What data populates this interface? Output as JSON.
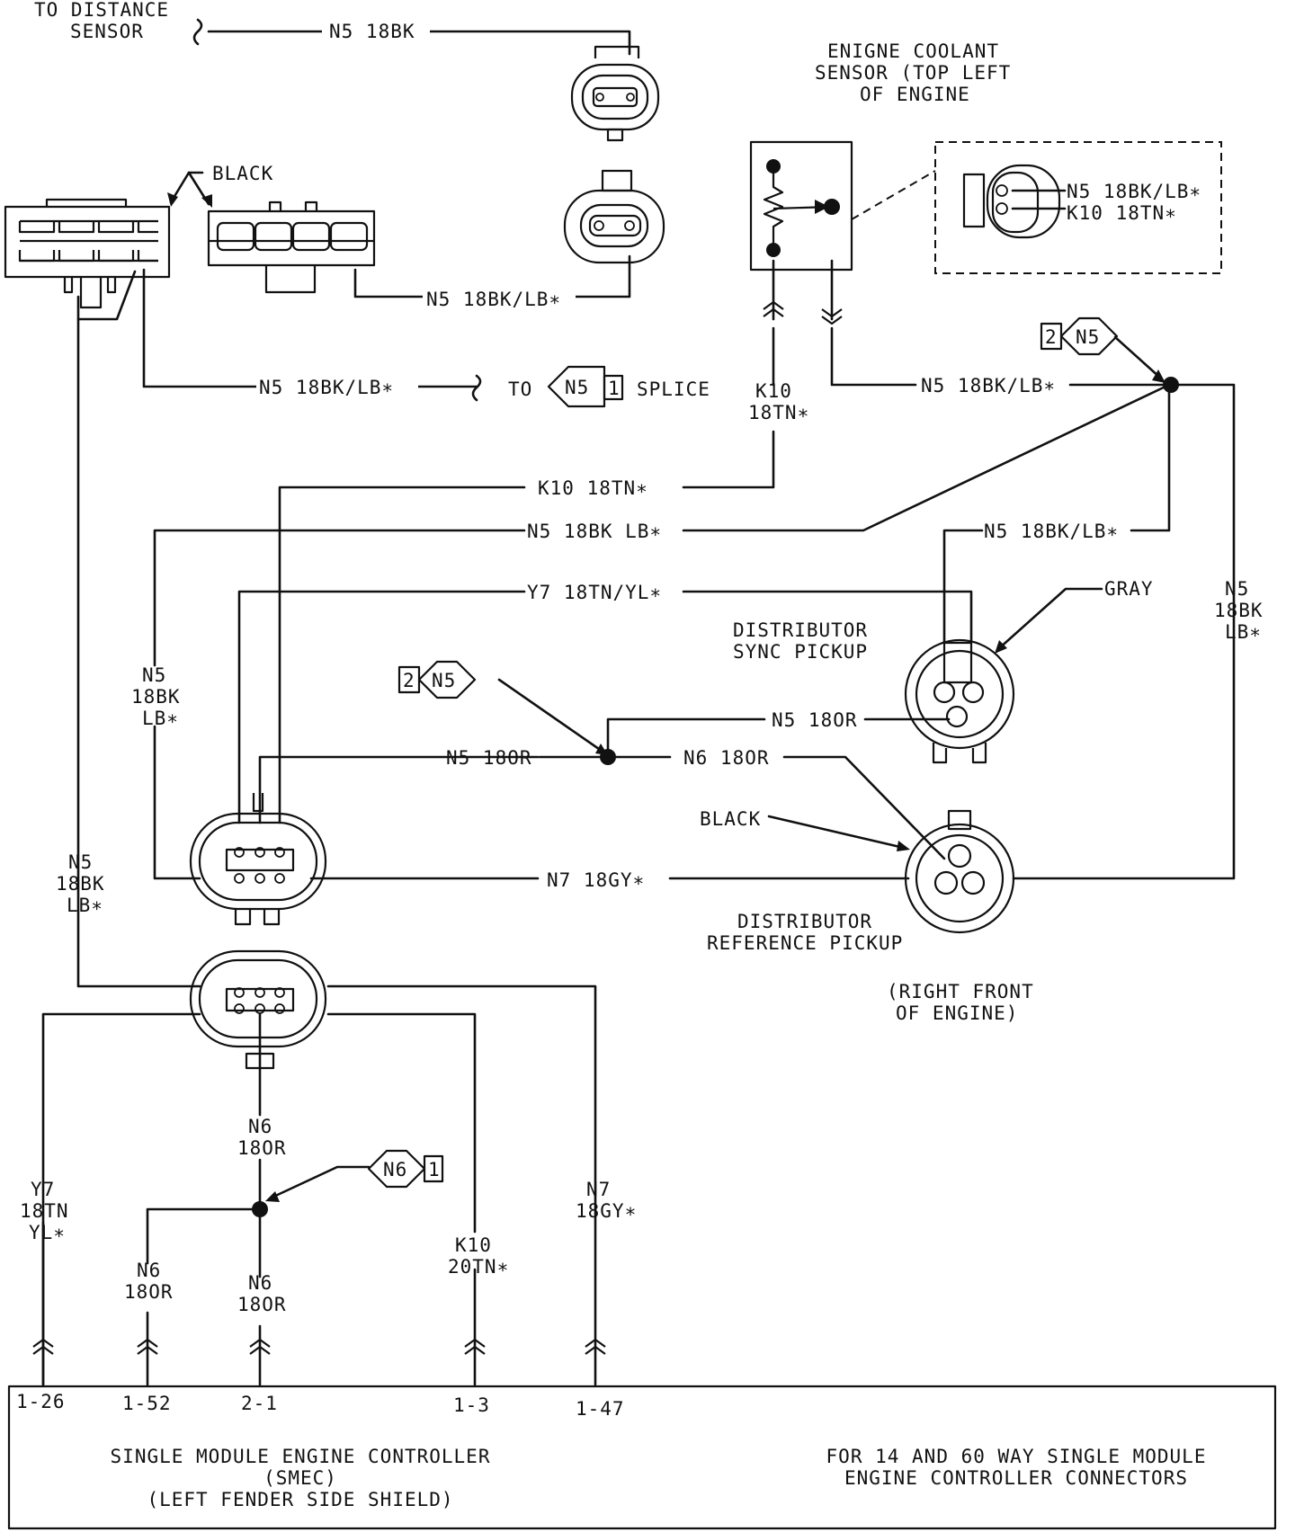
{
  "labels": {
    "to_distance_sensor_1": "TO DISTANCE",
    "to_distance_sensor_2": "SENSOR",
    "n5_18bk_top": "N5 18BK",
    "black_top": "BLACK",
    "n5_18bklb_connector": "N5 18BK/LB∗",
    "n5_18bklb_splice": "N5 18BK/LB∗",
    "to": "TO",
    "splice": "SPLICE",
    "splice_ref_n5": "N5",
    "splice_ref_1": "1",
    "ects_title_1": "ENIGNE COOLANT",
    "ects_title_2": "SENSOR (TOP LEFT",
    "ects_title_3": "OF ENGINE",
    "ects_pin_n5": "N5 18BK/LB∗",
    "ects_pin_k10": "K10 18TN∗",
    "k10_vert_1": "K10",
    "k10_vert_2": "18TN∗",
    "n5_to_splice_right": "N5 18BK/LB∗",
    "splice2_num": "2",
    "splice2_name": "N5",
    "k10_18tn_horiz": "K10 18TN∗",
    "n5_18bk_lb_horiz": "N5 18BK LB∗",
    "n5_18bklb_sync": "N5 18BK/LB∗",
    "y7_18tnyl_horiz": "Y7 18TN/YL∗",
    "gray": "GRAY",
    "dist_sync_1": "DISTRIBUTOR",
    "dist_sync_2": "SYNC PICKUP",
    "n5_right_1": "N5",
    "n5_right_2": "18BK",
    "n5_right_3": "LB∗",
    "n5_left_1": "N5",
    "n5_left_2": "18BK",
    "n5_left_3": "LB∗",
    "splice3_num": "2",
    "splice3_name": "N5",
    "n5_18or_right": "N5 18OR",
    "n5_18or_left": "N5 18OR",
    "n6_18or_horiz": "N6 18OR",
    "black_mid": "BLACK",
    "n7_18gy_horiz": "N7 18GY∗",
    "dist_ref_1": "DISTRIBUTOR",
    "dist_ref_2": "REFERENCE PICKUP",
    "right_front_1": "(RIGHT FRONT",
    "right_front_2": "OF ENGINE)",
    "n5_farleft_1": "N5",
    "n5_farleft_2": "18BK",
    "n5_farleft_3": "LB∗",
    "n6_18or_a_1": "N6",
    "n6_18or_a_2": "18OR",
    "splice_n6_name": "N6",
    "splice_n6_num": "1",
    "y7_1": "Y7",
    "y7_2": "18TN",
    "y7_3": "YL∗",
    "n6_b_1": "N6",
    "n6_b_2": "18OR",
    "n6_c_1": "N6",
    "n6_c_2": "18OR",
    "k10_20_1": "K10",
    "k10_20_2": "20TN∗",
    "n7_1": "N7",
    "n7_2": "18GY∗",
    "pin_1_26": "1-26",
    "pin_1_52": "1-52",
    "pin_2_1": "2-1",
    "pin_1_3": "1-3",
    "pin_1_47": "1-47",
    "smec_1": "SINGLE MODULE ENGINE CONTROLLER",
    "smec_2": "(SMEC)",
    "smec_3": "(LEFT FENDER SIDE SHIELD)",
    "note_1": "FOR 14 AND 60 WAY SINGLE MODULE",
    "note_2": "ENGINE CONTROLLER CONNECTORS"
  }
}
